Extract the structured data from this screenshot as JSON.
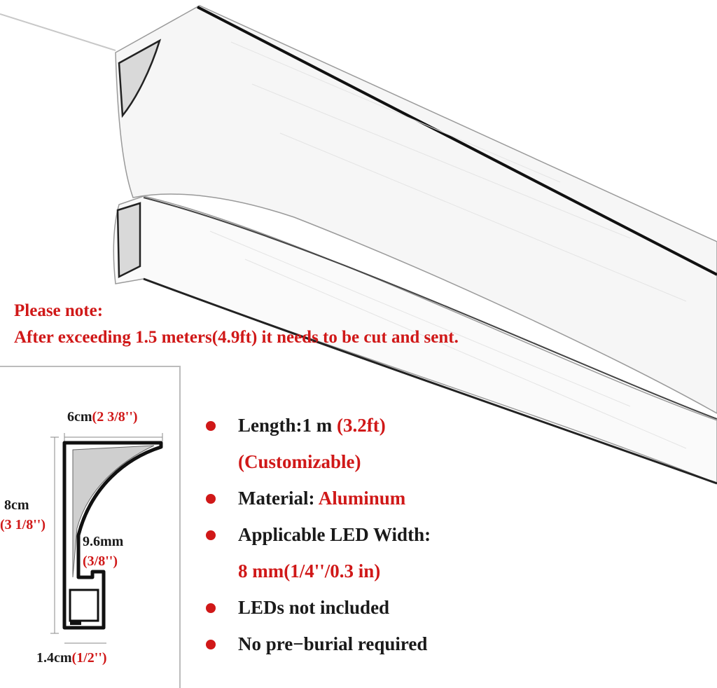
{
  "note": {
    "line1": "Please note:",
    "line2": "After exceeding 1.5 meters(4.9ft) it needs to be cut and sent."
  },
  "diagram": {
    "width_label": "6cm",
    "width_label_alt": "(2 3/8'')",
    "height_label": "8cm",
    "height_label_alt": "(3 1/8'')",
    "slot_label": "9.6mm",
    "slot_label_alt": "(3/8'')",
    "base_label": "1.4cm",
    "base_label_alt": "(1/2'')"
  },
  "specs": {
    "length_label": "Length:1 m",
    "length_value": "(3.2ft)",
    "length_note": "(Customizable)",
    "material_label": "Material:",
    "material_value": "Aluminum",
    "led_width_label": "Applicable LED Width:",
    "led_width_value": "8 mm(1/4''/0.3 in)",
    "leds_note": "LEDs not included",
    "burial_note": "No pre−burial required"
  },
  "colors": {
    "accent": "#d01818",
    "text": "#1a1a1a",
    "profile_outline": "#111111"
  },
  "icons": [
    "bullet-dot-icon"
  ]
}
